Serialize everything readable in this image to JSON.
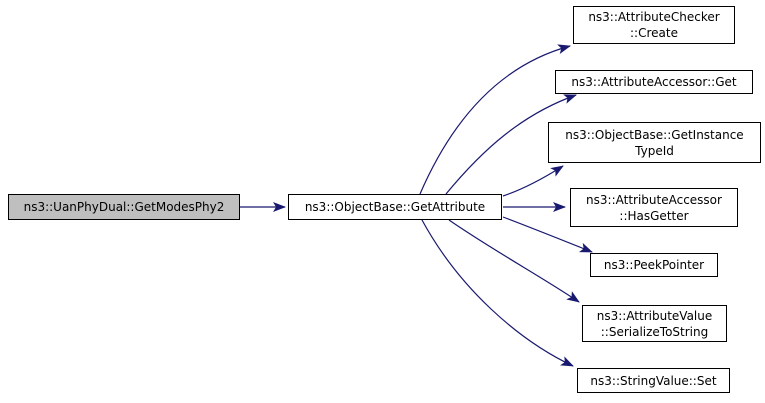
{
  "diagram": {
    "type": "call-graph",
    "colors": {
      "background": "#ffffff",
      "edge": "#191970",
      "node_border": "#000000",
      "node_fill": "#ffffff",
      "current_node_fill": "#bfbfbf",
      "text": "#000000"
    },
    "nodes": [
      {
        "label": "ns3::UanPhyDual::GetModesPhy2",
        "role": "current"
      },
      {
        "label": "ns3::ObjectBase::GetAttribute",
        "role": "callee"
      },
      {
        "label": "ns3::AttributeChecker\n::Create",
        "role": "callee"
      },
      {
        "label": "ns3::AttributeAccessor::Get",
        "role": "callee"
      },
      {
        "label": "ns3::ObjectBase::GetInstance\nTypeId",
        "role": "callee"
      },
      {
        "label": "ns3::AttributeAccessor\n::HasGetter",
        "role": "callee"
      },
      {
        "label": "ns3::PeekPointer",
        "role": "callee"
      },
      {
        "label": "ns3::AttributeValue\n::SerializeToString",
        "role": "callee"
      },
      {
        "label": "ns3::StringValue::Set",
        "role": "callee"
      }
    ],
    "edges": [
      {
        "from": "ns3::UanPhyDual::GetModesPhy2",
        "to": "ns3::ObjectBase::GetAttribute"
      },
      {
        "from": "ns3::ObjectBase::GetAttribute",
        "to": "ns3::AttributeChecker::Create"
      },
      {
        "from": "ns3::ObjectBase::GetAttribute",
        "to": "ns3::AttributeAccessor::Get"
      },
      {
        "from": "ns3::ObjectBase::GetAttribute",
        "to": "ns3::ObjectBase::GetInstanceTypeId"
      },
      {
        "from": "ns3::ObjectBase::GetAttribute",
        "to": "ns3::AttributeAccessor::HasGetter"
      },
      {
        "from": "ns3::ObjectBase::GetAttribute",
        "to": "ns3::PeekPointer"
      },
      {
        "from": "ns3::ObjectBase::GetAttribute",
        "to": "ns3::AttributeValue::SerializeToString"
      },
      {
        "from": "ns3::ObjectBase::GetAttribute",
        "to": "ns3::StringValue::Set"
      }
    ]
  }
}
